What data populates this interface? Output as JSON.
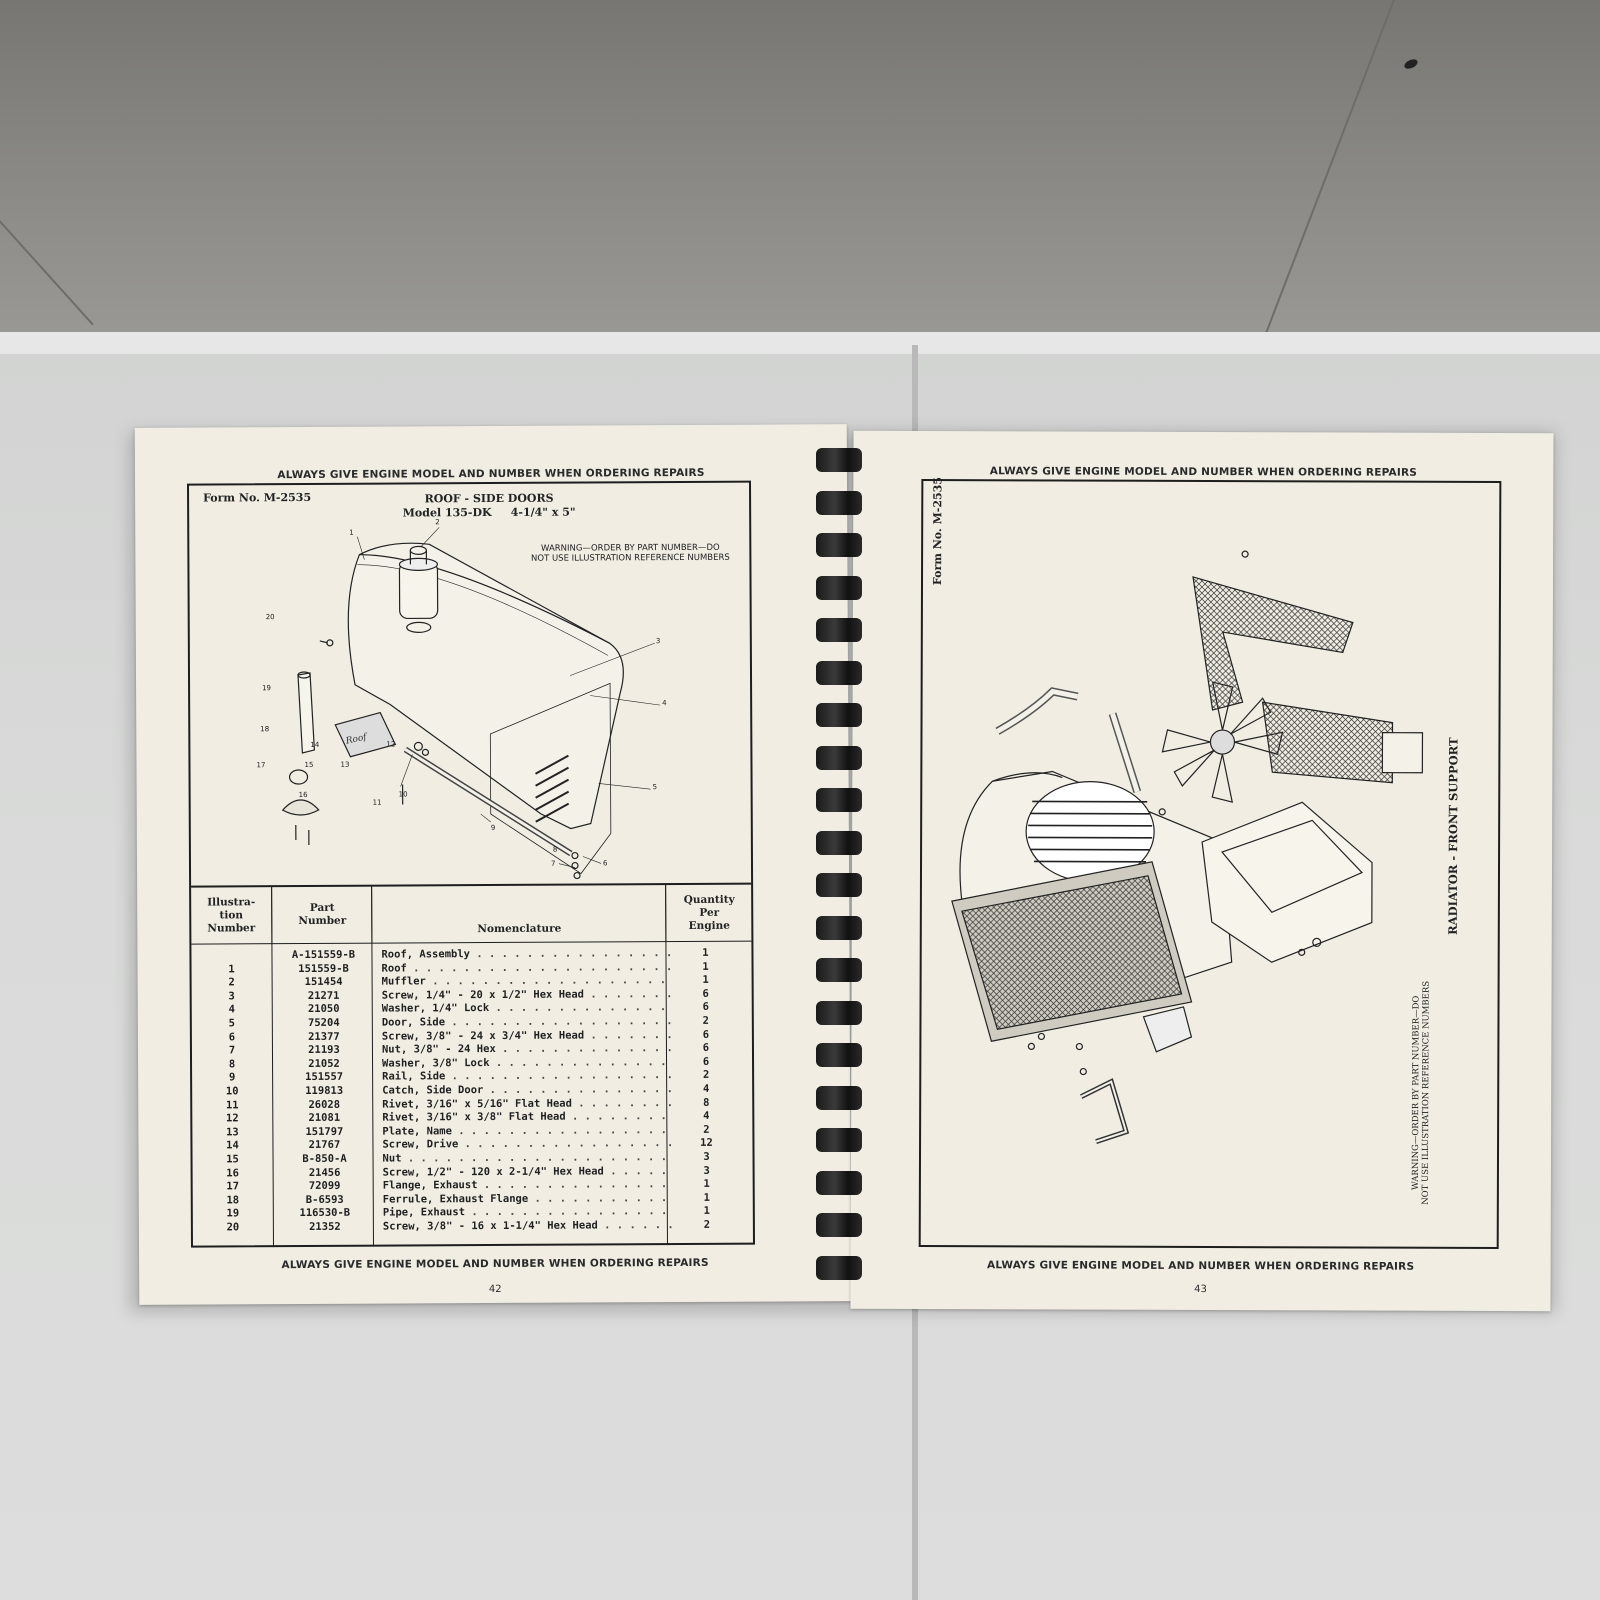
{
  "left_page": {
    "header": "ALWAYS GIVE ENGINE MODEL AND NUMBER WHEN ORDERING REPAIRS",
    "form_no": "Form No. M-2535",
    "title": "ROOF - SIDE DOORS",
    "subtitle": "Model 135-DK     4-1/4\" x 5\"",
    "warning_line1": "WARNING—ORDER BY PART NUMBER—DO",
    "warning_line2": "NOT USE ILLUSTRATION REFERENCE NUMBERS",
    "columns": {
      "illustration": "Illustra-\ntion\nNumber",
      "part": "Part\nNumber",
      "nomenclature": "Nomenclature",
      "quantity": "Quantity\nPer\nEngine"
    },
    "callouts": [
      "1",
      "2",
      "3",
      "4",
      "5",
      "6",
      "7",
      "8",
      "9",
      "10",
      "11",
      "12",
      "13",
      "14",
      "15",
      "16",
      "17",
      "18",
      "19",
      "20"
    ],
    "rows": [
      {
        "ill": "",
        "part": "A-151559-B",
        "name": "Roof, Assembly",
        "qty": "1"
      },
      {
        "ill": "1",
        "part": "151559-B",
        "name": "Roof",
        "qty": "1"
      },
      {
        "ill": "2",
        "part": "151454",
        "name": "Muffler",
        "qty": "1"
      },
      {
        "ill": "3",
        "part": "21271",
        "name": "Screw, 1/4\" - 20 x 1/2\" Hex Head",
        "qty": "6"
      },
      {
        "ill": "4",
        "part": "21050",
        "name": "Washer, 1/4\" Lock",
        "qty": "6"
      },
      {
        "ill": "5",
        "part": "75204",
        "name": "Door, Side",
        "qty": "2"
      },
      {
        "ill": "6",
        "part": "21377",
        "name": "Screw, 3/8\" - 24 x 3/4\" Hex Head",
        "qty": "6"
      },
      {
        "ill": "7",
        "part": "21193",
        "name": "Nut, 3/8\" - 24 Hex",
        "qty": "6"
      },
      {
        "ill": "8",
        "part": "21052",
        "name": "Washer, 3/8\" Lock",
        "qty": "6"
      },
      {
        "ill": "9",
        "part": "151557",
        "name": "Rail, Side",
        "qty": "2"
      },
      {
        "ill": "10",
        "part": "119813",
        "name": "Catch, Side Door",
        "qty": "4"
      },
      {
        "ill": "11",
        "part": "26028",
        "name": "Rivet, 3/16\" x 5/16\" Flat Head",
        "qty": "8"
      },
      {
        "ill": "12",
        "part": "21081",
        "name": "Rivet, 3/16\" x 3/8\" Flat Head",
        "qty": "4"
      },
      {
        "ill": "13",
        "part": "151797",
        "name": "Plate, Name",
        "qty": "2"
      },
      {
        "ill": "14",
        "part": "21767",
        "name": "Screw, Drive",
        "qty": "12"
      },
      {
        "ill": "15",
        "part": "B-850-A",
        "name": "Nut",
        "qty": "3"
      },
      {
        "ill": "16",
        "part": "21456",
        "name": "Screw, 1/2\" - 120 x 2-1/4\" Hex Head",
        "qty": "3"
      },
      {
        "ill": "17",
        "part": "72099",
        "name": "Flange, Exhaust",
        "qty": "1"
      },
      {
        "ill": "18",
        "part": "B-6593",
        "name": "Ferrule, Exhaust Flange",
        "qty": "1"
      },
      {
        "ill": "19",
        "part": "116530-B",
        "name": "Pipe, Exhaust",
        "qty": "1"
      },
      {
        "ill": "20",
        "part": "21352",
        "name": "Screw, 3/8\" - 16 x 1-1/4\" Hex Head",
        "qty": "2"
      }
    ],
    "footer": "ALWAYS GIVE ENGINE MODEL AND NUMBER WHEN ORDERING REPAIRS",
    "page_number": "42"
  },
  "right_page": {
    "header": "ALWAYS GIVE ENGINE MODEL AND NUMBER WHEN ORDERING REPAIRS",
    "form_no": "Form No. M-2535",
    "title": "RADIATOR - FRONT SUPPORT",
    "warning_line1": "WARNING—ORDER BY PART NUMBER—DO",
    "warning_line2": "NOT USE ILLUSTRATION REFERENCE NUMBERS",
    "footer": "ALWAYS GIVE ENGINE MODEL AND NUMBER WHEN ORDERING REPAIRS",
    "page_number": "43"
  }
}
